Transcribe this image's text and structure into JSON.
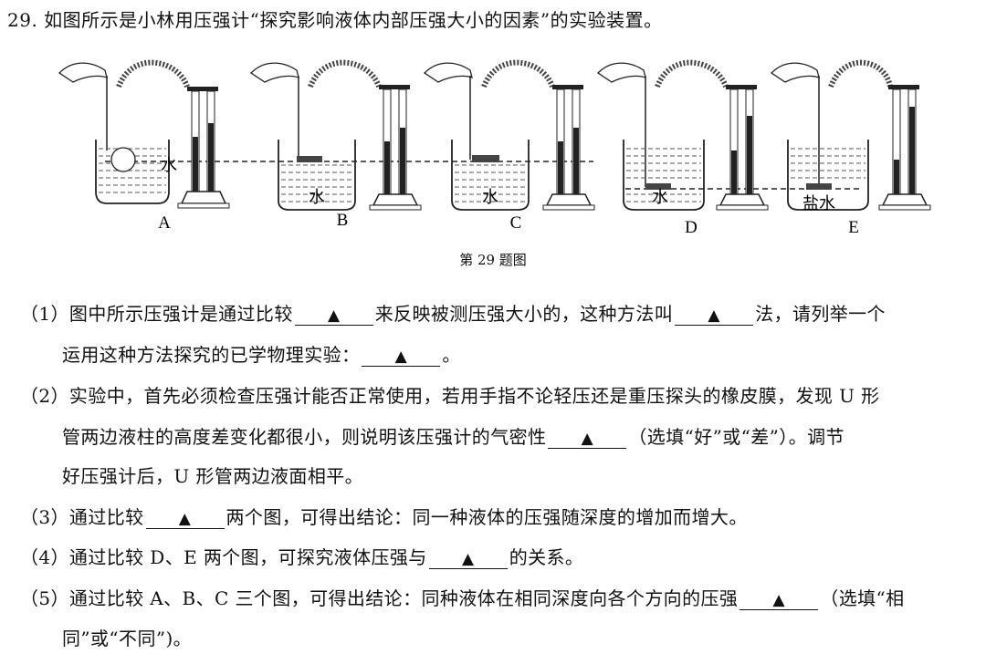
{
  "question": {
    "title": "29. 如图所示是小林用压强计“探究影响液体内部压强大小的因素”的实验装置。"
  },
  "figure": {
    "labels": [
      "A",
      "B",
      "C",
      "D",
      "E"
    ],
    "liquids": [
      "水",
      "水",
      "水",
      "水",
      "盐水"
    ],
    "caption": "第 29 题图"
  },
  "blank_mark": "▲",
  "lines": [
    {
      "parts": [
        "（1）图中所示压强计是通过比较",
        "来反映被测压强大小的，这种方法叫",
        "法，请列举一个"
      ]
    },
    {
      "parts": [
        "运用这种方法探究的已学物理实验：",
        "。"
      ]
    },
    {
      "parts": [
        "（2）实验中，首先必须检查压强计能否正常使用，若用手指不论轻压还是重压探头的橡皮膜，发现 U 形"
      ]
    },
    {
      "parts": [
        "管两边液柱的高度差变化都很小，则说明该压强计的气密性",
        "（选填“好”或“差”）。调节"
      ]
    },
    {
      "parts": [
        "好压强计后，U 形管两边液面相平。"
      ]
    },
    {
      "parts": [
        "（3）通过比较",
        "两个图，可得出结论：同一种液体的压强随深度的增加而增大。"
      ]
    },
    {
      "parts": [
        "（4）通过比较 D、E 两个图，可探究液体压强与",
        "的关系。"
      ]
    },
    {
      "parts": [
        "（5）通过比较 A、B、C 三个图，可得出结论：同种液体在相同深度向各个方向的压强",
        "（选填“相"
      ]
    },
    {
      "parts": [
        "同”或“不同”)。"
      ]
    }
  ]
}
